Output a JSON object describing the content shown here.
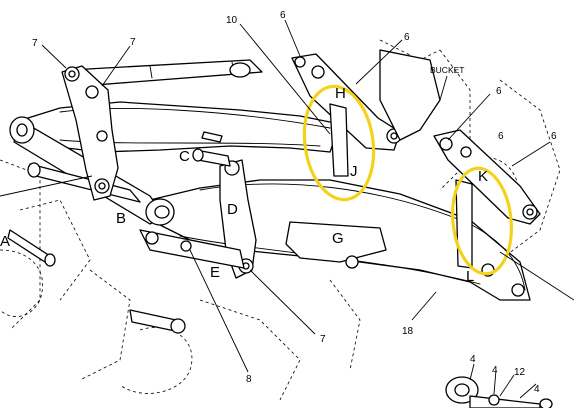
{
  "colors": {
    "highlight": "#f5d21a",
    "line": "#000000",
    "background": "#ffffff"
  },
  "labels": {
    "bucket": "BUCKET",
    "l6a": "6",
    "l6b": "6",
    "l6c": "6",
    "l6d": "6",
    "l6e": "6",
    "l7a": "7",
    "l7b": "7",
    "l7c": "7",
    "l10": "10",
    "l8": "8",
    "l18": "18",
    "l4a": "4",
    "l4b": "4",
    "l4c": "4",
    "l12": "12",
    "A": "A",
    "B": "B",
    "C": "C",
    "D": "D",
    "E": "E",
    "G": "G",
    "H": "H",
    "J": "J",
    "K": "K",
    "L": "L"
  }
}
